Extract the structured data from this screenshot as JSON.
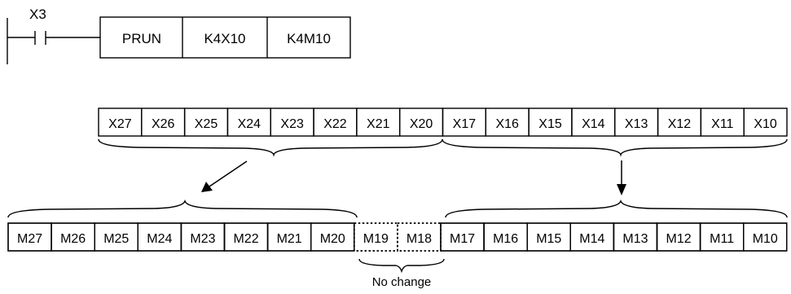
{
  "ladder": {
    "contact_label": "X3",
    "instruction": {
      "mnemonic": "PRUN",
      "source": "K4X10",
      "destination": "K4M10"
    }
  },
  "x_row": [
    "X27",
    "X26",
    "X25",
    "X24",
    "X23",
    "X22",
    "X21",
    "X20",
    "X17",
    "X16",
    "X15",
    "X14",
    "X13",
    "X12",
    "X11",
    "X10"
  ],
  "m_row": [
    {
      "label": "M27",
      "dashed": false
    },
    {
      "label": "M26",
      "dashed": false
    },
    {
      "label": "M25",
      "dashed": false
    },
    {
      "label": "M24",
      "dashed": false
    },
    {
      "label": "M23",
      "dashed": false
    },
    {
      "label": "M22",
      "dashed": false
    },
    {
      "label": "M21",
      "dashed": false
    },
    {
      "label": "M20",
      "dashed": false
    },
    {
      "label": "M19",
      "dashed": true
    },
    {
      "label": "M18",
      "dashed": true
    },
    {
      "label": "M17",
      "dashed": false
    },
    {
      "label": "M16",
      "dashed": false
    },
    {
      "label": "M15",
      "dashed": false
    },
    {
      "label": "M14",
      "dashed": false
    },
    {
      "label": "M13",
      "dashed": false
    },
    {
      "label": "M12",
      "dashed": false
    },
    {
      "label": "M11",
      "dashed": false
    },
    {
      "label": "M10",
      "dashed": false
    }
  ],
  "note": "No change"
}
